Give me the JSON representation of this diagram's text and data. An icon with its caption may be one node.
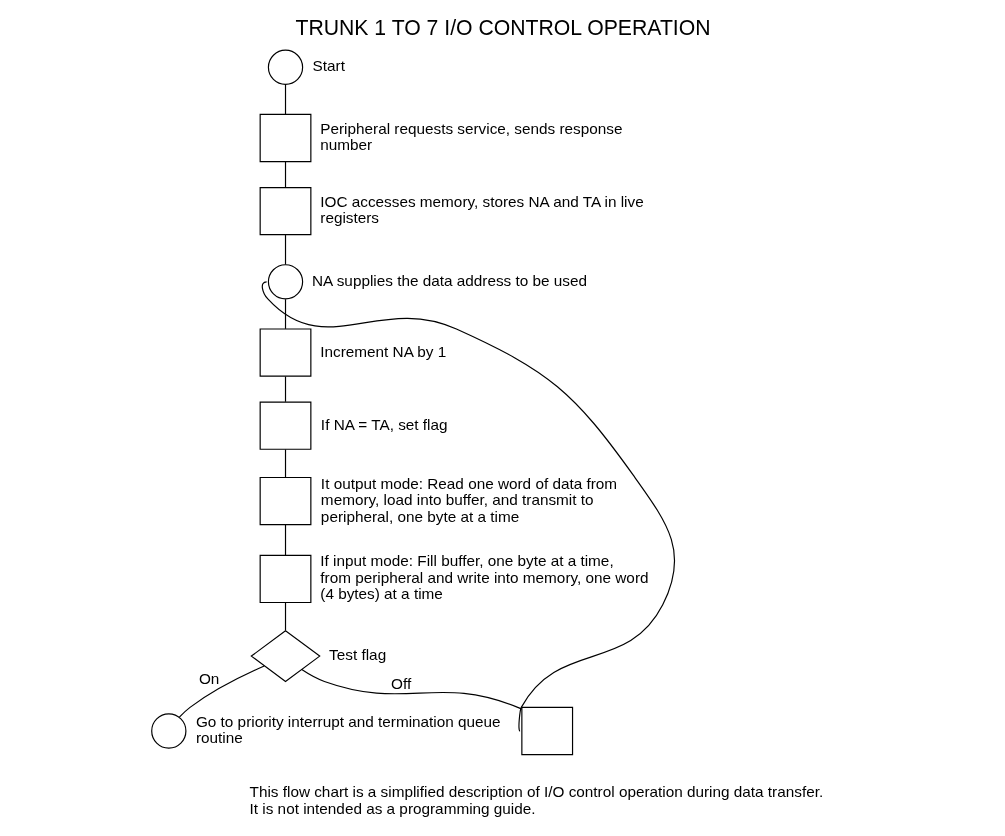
{
  "diagram": {
    "title": "TRUNK 1 TO 7 I/O CONTROL OPERATION",
    "caption": "This flow chart is a simplified description of I/O control operation during data transfer. It is not intended as a programming guide.",
    "nodes": [
      {
        "text": [],
        "shape": "circle",
        "beside": [
          "Start"
        ]
      },
      {
        "text": [],
        "shape": "box",
        "beside": [
          "Peripheral requests service, sends response number"
        ]
      },
      {
        "text": [],
        "shape": "box",
        "beside": [
          "IOC accesses memory, stores NA and TA in live registers"
        ]
      },
      {
        "text": [],
        "shape": "circle",
        "beside": [
          "NA supplies the data address to be used"
        ]
      },
      {
        "text": [],
        "shape": "box",
        "beside": [
          "Increment NA by 1"
        ]
      },
      {
        "text": [],
        "shape": "box",
        "beside": [
          "If NA = TA, set flag"
        ]
      },
      {
        "text": [],
        "shape": "box",
        "beside": [
          "It output mode: Read one word of data from memory, load into buffer, and transmit to peripheral, one byte at a time"
        ]
      },
      {
        "text": [],
        "shape": "box",
        "beside": [
          "If input mode: Fill buffer, one byte at a time, from peripheral and write into memory, one word (4 bytes) at a time"
        ]
      },
      {
        "text": [],
        "shape": "diamond",
        "beside": [
          "Test flag"
        ]
      },
      {
        "text": [],
        "shape": "circle",
        "beside": [
          "Go to priority interrupt and termination queue routine"
        ]
      },
      {
        "text": [],
        "shape": "box"
      }
    ],
    "edges": [
      {
        "from": 0,
        "to": 1,
        "arrow": "none"
      },
      {
        "from": 1,
        "to": 2,
        "arrow": "none"
      },
      {
        "from": 2,
        "to": 3,
        "arrow": "none"
      },
      {
        "from": 3,
        "to": 4,
        "arrow": "none"
      },
      {
        "from": 4,
        "to": 5,
        "arrow": "none"
      },
      {
        "from": 5,
        "to": 6,
        "arrow": "none"
      },
      {
        "from": 6,
        "to": 7,
        "arrow": "none"
      },
      {
        "from": 7,
        "to": 8,
        "arrow": "none"
      },
      {
        "from": 8,
        "to": 9,
        "arrow": "none",
        "label": "On"
      },
      {
        "from": 8,
        "to": 10,
        "arrow": "none",
        "label": "Off"
      },
      {
        "from": 10,
        "to": 3,
        "arrow": "none"
      }
    ]
  }
}
